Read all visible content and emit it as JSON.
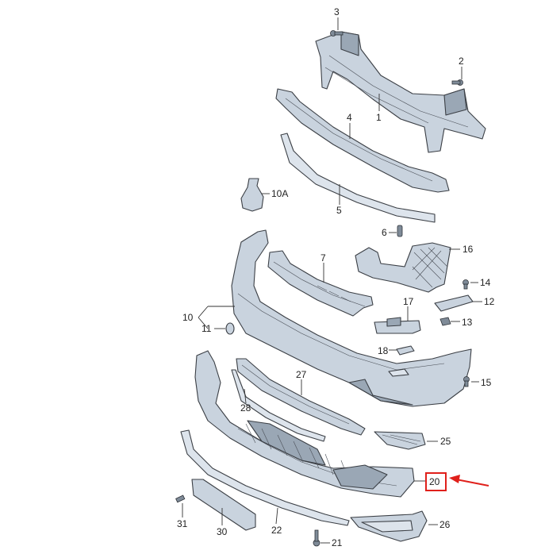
{
  "colors": {
    "part_fill": "#c9d3de",
    "part_shadow": "#9aa7b5",
    "outline": "#3b3f45",
    "highlight_box": "#e0201b",
    "arrow": "#e0201b",
    "background": "#ffffff"
  },
  "callouts": {
    "c1": "1",
    "c2": "2",
    "c3": "3",
    "c4": "4",
    "c5": "5",
    "c6": "6",
    "c7": "7",
    "c10": "10",
    "c10a": "10A",
    "c11": "11",
    "c12": "12",
    "c13": "13",
    "c14": "14",
    "c15": "15",
    "c16": "16",
    "c17": "17",
    "c18": "18",
    "c20": "20",
    "c21": "21",
    "c22": "22",
    "c25": "25",
    "c26": "26",
    "c27": "27",
    "c28": "28",
    "c30": "30",
    "c31": "31"
  },
  "highlighted_callout": "20"
}
